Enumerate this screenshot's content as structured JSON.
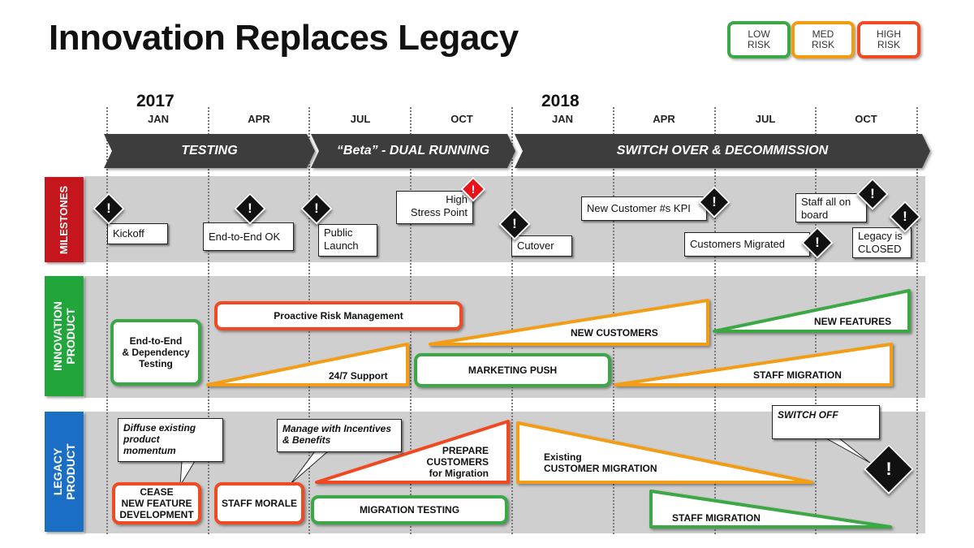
{
  "title": "Innovation Replaces Legacy",
  "legend": [
    {
      "label": "LOW\nRISK",
      "color": "#3aa845"
    },
    {
      "label": "MED\nRISK",
      "color": "#f39c12"
    },
    {
      "label": "HIGH\nRISK",
      "color": "#f04a23"
    }
  ],
  "timeline": {
    "years": [
      "2017",
      "2018"
    ],
    "months": [
      "JAN",
      "APR",
      "JUL",
      "OCT",
      "JAN",
      "APR",
      "JUL",
      "OCT"
    ]
  },
  "phases": [
    "TESTING",
    "“Beta” - DUAL RUNNING",
    "SWITCH OVER & DECOMMISSION"
  ],
  "swimlanes": {
    "milestones": "MILESTONES",
    "innovation": "INNOVATION\nPRODUCT",
    "legacy": "LEGACY\nPRODUCT"
  },
  "colors": {
    "red": "#c4161c",
    "green": "#22a53b",
    "blue": "#1a6fc4",
    "arrow": "#3c3c3c",
    "band": "#cfcfcf"
  },
  "milestones": [
    "Kickoff",
    "End-to-End  OK",
    "Public\nLaunch",
    "High\nStress Point",
    "Cutover",
    "New Customer #s KPI",
    "Customers Migrated",
    "Staff all on\nboard",
    "Legacy is\nCLOSED"
  ],
  "alert_symbol": "!",
  "innovation": {
    "e2e_testing": "End-to-End\n& Dependency\nTesting",
    "risk_mgmt": "Proactive Risk Management",
    "support": "24/7 Support",
    "new_customers": "NEW CUSTOMERS",
    "marketing": "MARKETING PUSH",
    "new_features": "NEW FEATURES",
    "staff_migration": "STAFF MIGRATION"
  },
  "legacy": {
    "callout_diffuse": "Diffuse existing\nproduct\nmomentum",
    "callout_incentives": "Manage with Incentives\n& Benefits",
    "cease": "CEASE\nNEW FEATURE\nDEVELOPMENT",
    "staff_morale": "STAFF MORALE",
    "prepare": "PREPARE\nCUSTOMERS\nfor Migration",
    "migration_testing": "MIGRATION TESTING",
    "existing": "Existing\nCUSTOMER MIGRATION",
    "staff_migration": "STAFF MIGRATION",
    "switch_off": "SWITCH OFF"
  }
}
